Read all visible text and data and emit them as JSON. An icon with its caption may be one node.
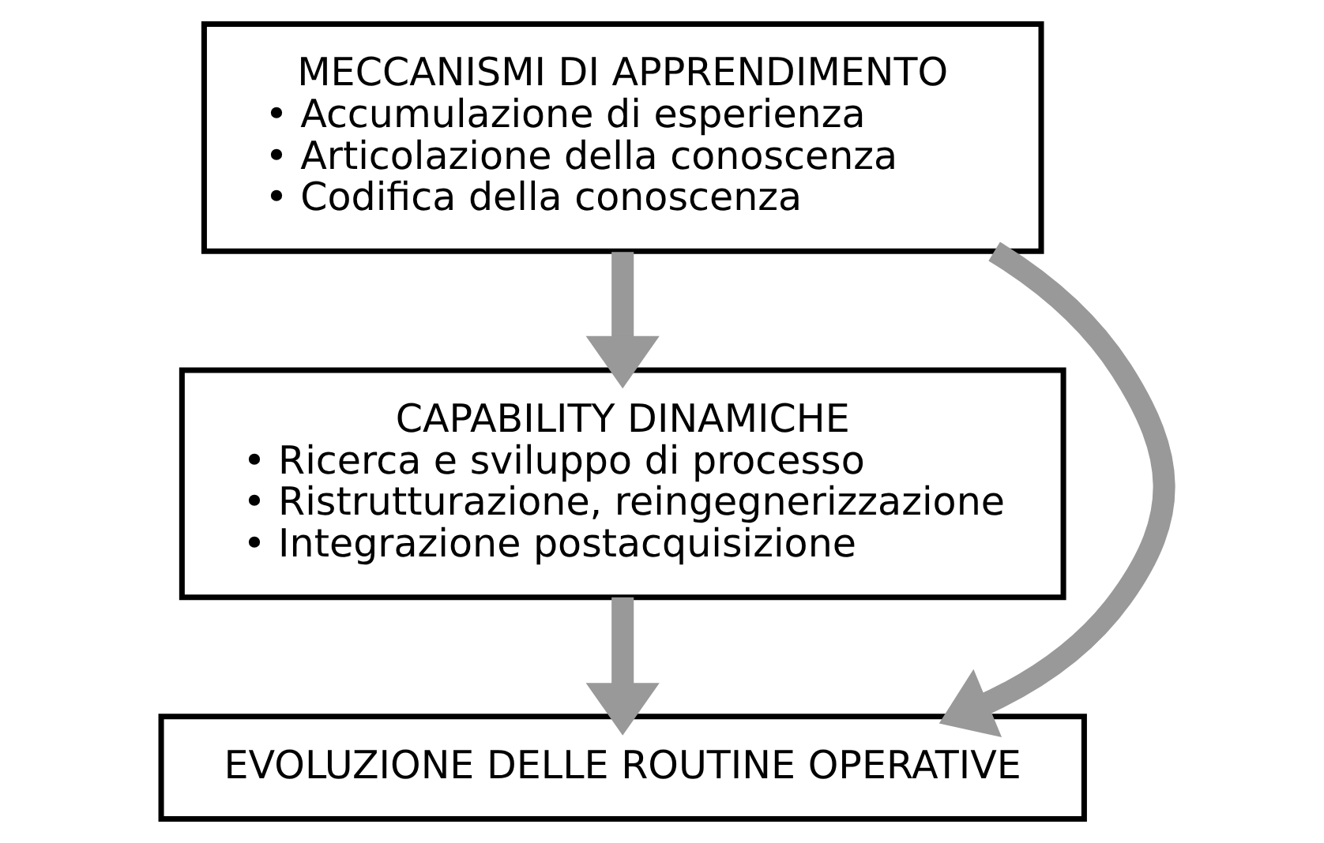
{
  "diagram": {
    "nodes": [
      {
        "text": [
          "MECCANISMI DI APPRENDIMENTO",
          "• Accumulazione di esperienza",
          "• Articolazione della conoscenza",
          "• Codifica della conoscenza"
        ]
      },
      {
        "text": [
          "CAPABILITY DINAMICHE",
          "• Ricerca e sviluppo di processo",
          "• Ristrutturazione, reingegnerizzazione",
          "• Integrazione postacquisizione"
        ]
      },
      {
        "text": [
          "EVOLUZIONE DELLE ROUTINE OPERATIVE"
        ]
      }
    ],
    "edges": [
      {
        "from": 0,
        "to": 1,
        "arrow": "to"
      },
      {
        "from": 1,
        "to": 2,
        "arrow": "to"
      },
      {
        "from": 0,
        "to": 2,
        "arrow": "to"
      }
    ]
  }
}
